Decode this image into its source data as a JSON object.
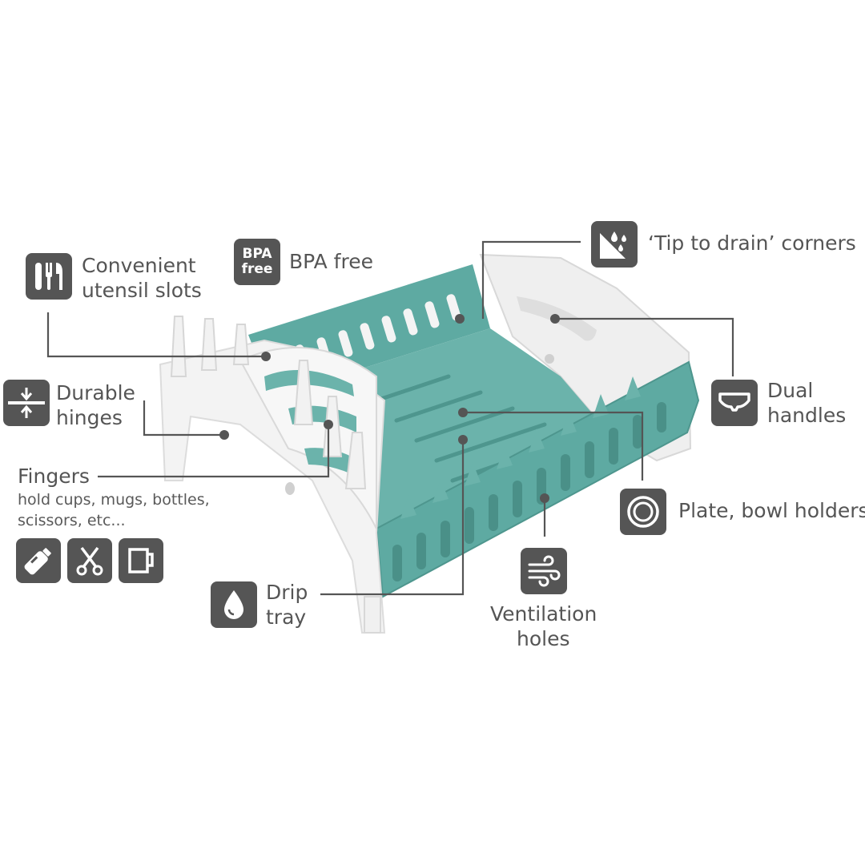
{
  "colors": {
    "teal": "#5eaaa2",
    "teal_dark": "#3f8a82",
    "white_plastic": "#f1f1f1",
    "icon_bg": "#555555",
    "line": "#555555"
  },
  "callouts": {
    "utensil": {
      "line1": "Convenient",
      "line2": "utensil slots",
      "icon": "cutlery-icon"
    },
    "bpa": {
      "label": "BPA free",
      "icon_text_1": "BPA",
      "icon_text_2": "free"
    },
    "tip": {
      "label": "‘Tip to drain’ corners",
      "icon": "tip-drain-icon"
    },
    "hinges": {
      "line1": "Durable",
      "line2": "hinges",
      "icon": "hinges-icon"
    },
    "handles": {
      "line1": "Dual",
      "line2": "handles",
      "icon": "handle-icon"
    },
    "fingers": {
      "title": "Fingers",
      "desc1": "hold cups, mugs, bottles,",
      "desc2": "scissors, etc...",
      "icons": [
        "bottle-icon",
        "scissors-icon",
        "mug-icon"
      ]
    },
    "plate": {
      "label": "Plate, bowl holders",
      "icon": "plate-icon"
    },
    "drip": {
      "line1": "Drip",
      "line2": "tray",
      "icon": "droplet-icon"
    },
    "vent": {
      "line1": "Ventilation",
      "line2": "holes",
      "icon": "wind-icon"
    }
  }
}
